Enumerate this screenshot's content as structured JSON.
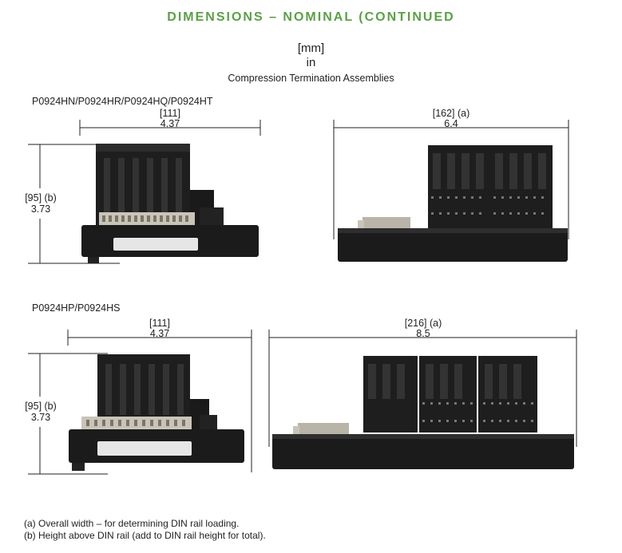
{
  "header": {
    "title": "DIMENSIONS – NOMINAL (CONTINUED",
    "unit_mm": "[mm]",
    "unit_in": "in",
    "subtitle": "Compression Termination Assemblies"
  },
  "groups": [
    {
      "label": "P0924HN/P0924HR/P0924HQ/P0924HT",
      "side_width_mm": "[111]",
      "side_width_in": "4.37",
      "height_mm": "[95] (b)",
      "height_in": "3.73",
      "front_width_mm": "[162] (a)",
      "front_width_in": "6.4"
    },
    {
      "label": "P0924HP/P0924HS",
      "side_width_mm": "[111]",
      "side_width_in": "4.37",
      "height_mm": "[95] (b)",
      "height_in": "3.73",
      "front_width_mm": "[216] (a)",
      "front_width_in": "8.5"
    }
  ],
  "footnotes": {
    "a": "(a) Overall width – for determining DIN rail loading.",
    "b": "(b) Height above DIN rail (add to DIN rail height for total)."
  },
  "colors": {
    "title": "#5aa046",
    "module": "#1b1b1b",
    "module_light": "#3a3a3a",
    "connector": "#c9c4b8"
  }
}
